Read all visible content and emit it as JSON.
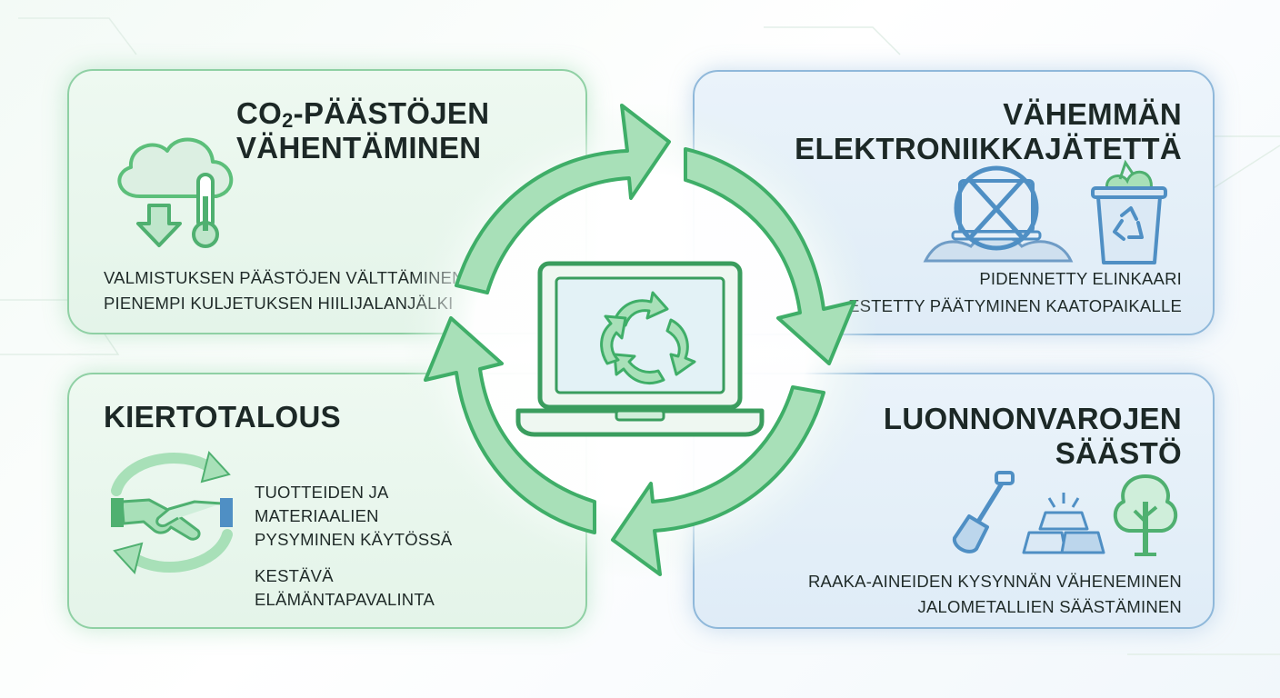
{
  "center": {
    "device_icon": "laptop-icon",
    "cycle_icon": "recycle-arrows-icon",
    "colors": {
      "arrow_fill": "#a8e0b8",
      "arrow_stroke": "#3fae68",
      "laptop_stroke": "#3a9d5e"
    }
  },
  "panels": {
    "co2": {
      "title_prefix": "CO",
      "title_sub": "2",
      "title_suffix": "-PÄÄSTÖJEN",
      "title_line2": "VÄHENTÄMINEN",
      "items": [
        "VALMISTUKSEN PÄÄSTÖJEN VÄLTTÄMINEN",
        "PIENEMPI KULJETUKSEN HIILIJALANJÄLKI"
      ],
      "icon": "cloud-thermometer-icon",
      "color": "#5cbf7a"
    },
    "ewaste": {
      "title_line1": "VÄHEMMÄN",
      "title_line2": "ELEKTRONIIKKAJÄTETTÄ",
      "items": [
        "PIDENNETTY ELINKAARI",
        "ESTETTY PÄÄTYMINEN KAATOPAIKALLE"
      ],
      "icons": [
        "crossed-out-laptop-landfill-icon",
        "recycling-bin-icon"
      ],
      "color": "#4f8fc4"
    },
    "circular": {
      "title": "KIERTOTALOUS",
      "items": [
        {
          "lines": [
            "TUOTTEIDEN JA",
            "MATERIAALIEN",
            "PYSYMINEN KÄYTÖSSÄ"
          ]
        },
        {
          "lines": [
            "KESTÄVÄ",
            "ELÄMÄNTAPAVALINTA"
          ]
        }
      ],
      "icon": "handshake-cycle-icon",
      "color": "#5cbf7a"
    },
    "resources": {
      "title_line1": "LUONNONVAROJEN",
      "title_line2": "SÄÄSTÖ",
      "items": [
        "RAAKA-AINEIDEN KYSYNNÄN VÄHENEMINEN",
        "JALOMETALLIEN SÄÄSTÄMINEN"
      ],
      "icons": [
        "shovel-icon",
        "gold-bars-icon",
        "tree-icon"
      ],
      "color": "#4f8fc4"
    }
  }
}
